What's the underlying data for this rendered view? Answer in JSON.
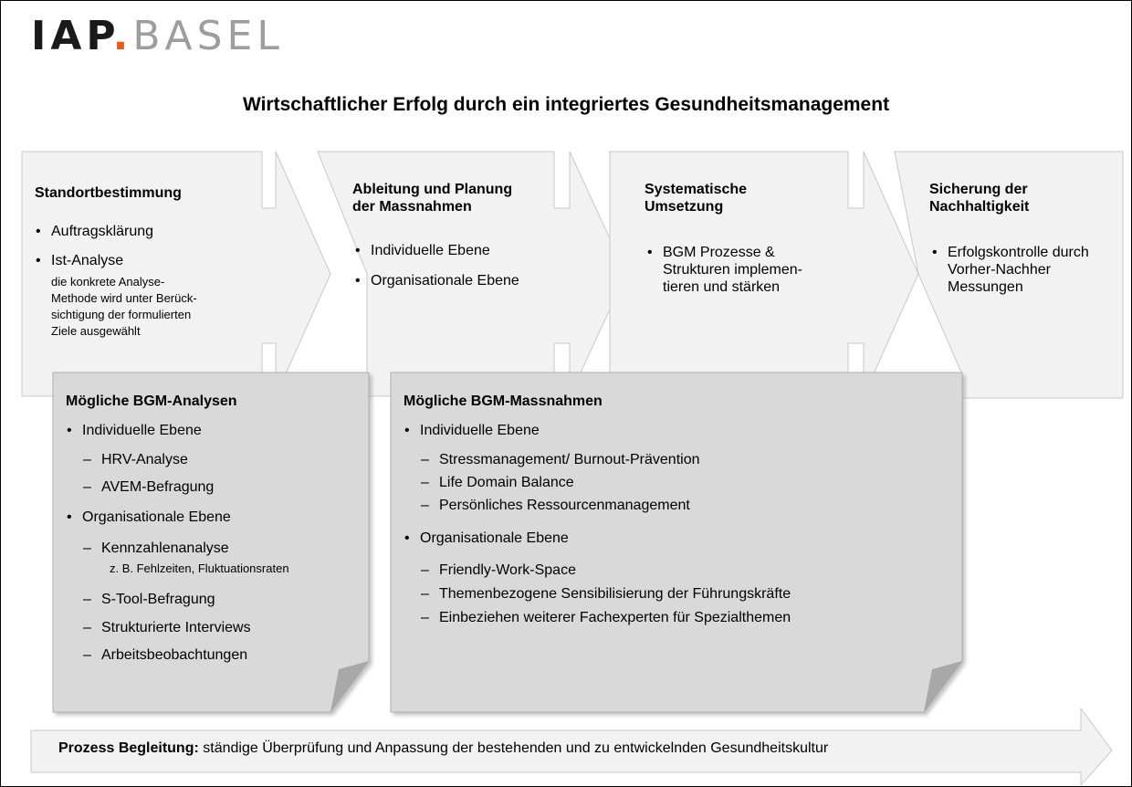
{
  "logo": {
    "part1": "IAP",
    "dot": ".",
    "part2": "BASEL"
  },
  "title": "Wirtschaftlicher Erfolg durch ein integriertes Gesundheitsmanagement",
  "stages": [
    {
      "heading": "Standortbestimmung",
      "bullets": [
        "Auftragsklärung",
        "Ist-Analyse"
      ],
      "note": [
        "die konkrete Analyse-",
        "Methode wird unter Berück-",
        "sichtigung der formulierten",
        "Ziele ausgewählt"
      ]
    },
    {
      "heading": [
        "Ableitung und Planung",
        "der Massnahmen"
      ],
      "bullets": [
        "Individuelle Ebene",
        "Organisationale Ebene"
      ]
    },
    {
      "heading": [
        "Systematische",
        "Umsetzung"
      ],
      "bullets": [
        "BGM Prozesse &",
        "Strukturen implemen-",
        "tieren und stärken"
      ]
    },
    {
      "heading": [
        "Sicherung der",
        "Nachhaltigkeit"
      ],
      "bullets": [
        "Erfolgskontrolle durch",
        "Vorher-Nachher",
        "Messungen"
      ]
    }
  ],
  "analysen": {
    "heading": "Mögliche BGM-Analysen",
    "b1": "Individuelle Ebene",
    "b1_items": [
      "HRV-Analyse",
      "AVEM-Befragung"
    ],
    "b2": "Organisationale Ebene",
    "b2_items": [
      "Kennzahlenanalyse",
      "S-Tool-Befragung",
      "Strukturierte Interviews",
      "Arbeitsbeobachtungen"
    ],
    "b2_note": "z. B. Fehlzeiten, Fluktuationsraten"
  },
  "massnahmen": {
    "heading": "Mögliche BGM-Massnahmen",
    "b1": "Individuelle Ebene",
    "b1_items": [
      "Stressmanagement/ Burnout-Prävention",
      "Life Domain Balance",
      "Persönliches Ressourcenmanagement"
    ],
    "b2": "Organisationale Ebene",
    "b2_items": [
      "Friendly-Work-Space",
      "Themenbezogene Sensibilisierung der Führungskräfte",
      "Einbeziehen weiterer Fachexperten für Spezialthemen"
    ]
  },
  "footer": {
    "bold": "Prozess Begleitung:",
    "text": " ständige Überprüfung und Anpassung der bestehenden und zu entwickelnden Gesundheitskultur"
  },
  "colors": {
    "stage_fill": "#f2f2f2",
    "box_fill": "#d9d9d9",
    "outline": "#c0c0c0",
    "logo_dot": "#e85a1b",
    "logo_gray": "#9d9d9d"
  }
}
